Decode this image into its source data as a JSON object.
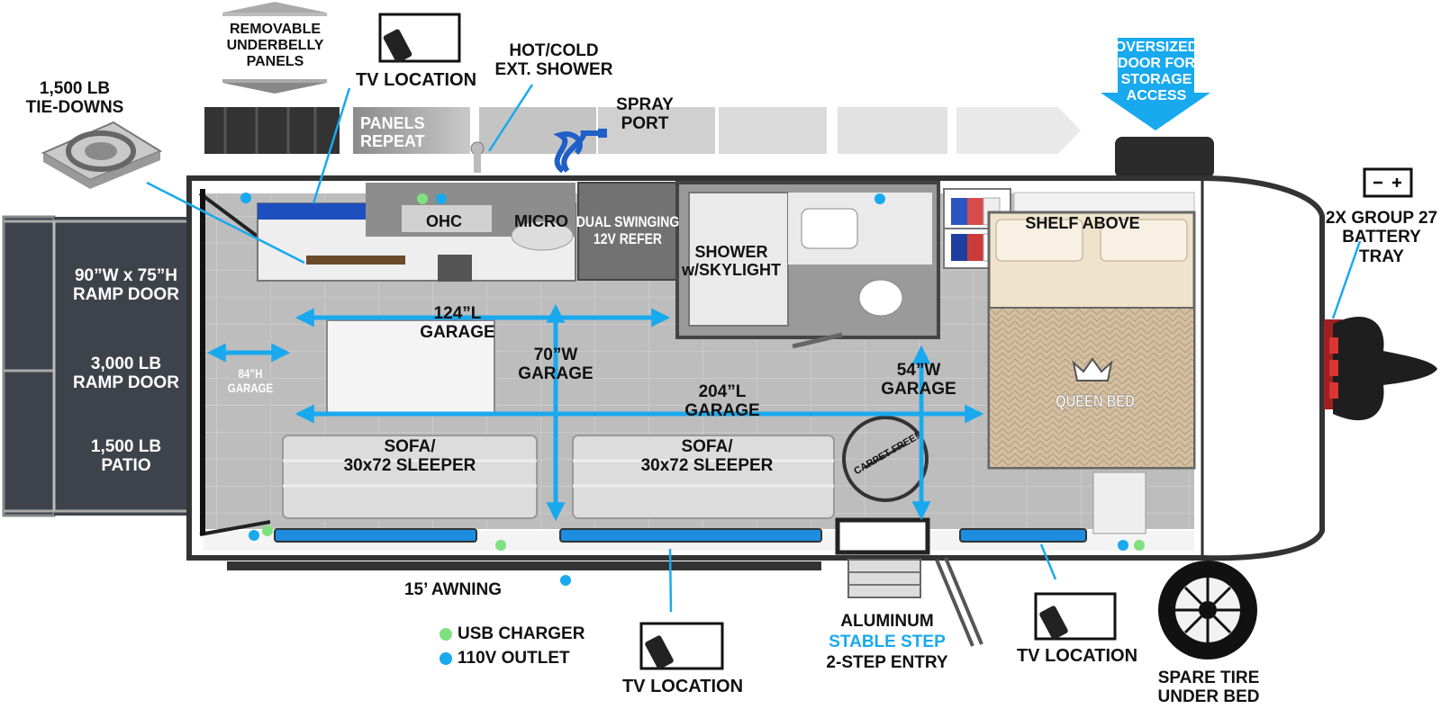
{
  "labels": {
    "underbelly": "REMOVABLE\nUNDERBELLY\nPANELS",
    "tie_downs": "1,500 LB\nTIE-DOWNS",
    "tv_top": "TV LOCATION",
    "ext_shower": "HOT/COLD\nEXT. SHOWER",
    "panels_repeat": "PANELS\nREPEAT",
    "spray_port": "SPRAY\nPORT",
    "storage_access": "OVERSIZED\nDOOR FOR\nSTORAGE\nACCESS",
    "battery": "2X GROUP 27\nBATTERY\nTRAY",
    "ohc": "OHC",
    "micro": "MICRO",
    "refer": "DUAL SWINGING\n12V REFER",
    "shower": "SHOWER\nw/SKYLIGHT",
    "shelf": "SHELF ABOVE",
    "queen_bed": "QUEEN BED",
    "ramp_size": "90”W x 75”H\nRAMP DOOR",
    "ramp_weight": "3,000 LB\nRAMP DOOR",
    "patio": "1,500 LB\nPATIO",
    "garage_h": "84”H\nGARAGE",
    "garage_124": "124”L\nGARAGE",
    "garage_70": "70”W\nGARAGE",
    "garage_204": "204”L\nGARAGE",
    "garage_54": "54”W\nGARAGE",
    "sofa_1": "SOFA/\n30x72 SLEEPER",
    "sofa_2": "SOFA/\n30x72 SLEEPER",
    "carpet_free": "CARPET FREE!",
    "awning": "15’ AWNING",
    "step_1": "ALUMINUM",
    "step_2": "STABLE STEP",
    "step_3": "2-STEP ENTRY",
    "tv_bottom_mid": "TV LOCATION",
    "tv_bottom_right": "TV LOCATION",
    "spare_tire": "SPARE TIRE\nUNDER BED"
  },
  "legend": [
    {
      "label": "USB CHARGER",
      "color": "#7fe07f"
    },
    {
      "label": "110V OUTLET",
      "color": "#19a9ee"
    }
  ],
  "colors": {
    "accent_blue": "#19a9ee",
    "usb_green": "#7fe07f",
    "wall": "#333333",
    "floor": "#b9b9b9",
    "ramp": "#3e434b"
  },
  "icons": {
    "tv": "tv-remote-icon",
    "battery": "battery-icon",
    "crown": "crown-icon",
    "tire": "tire-icon",
    "tie_down": "tie-down-ring-icon"
  }
}
